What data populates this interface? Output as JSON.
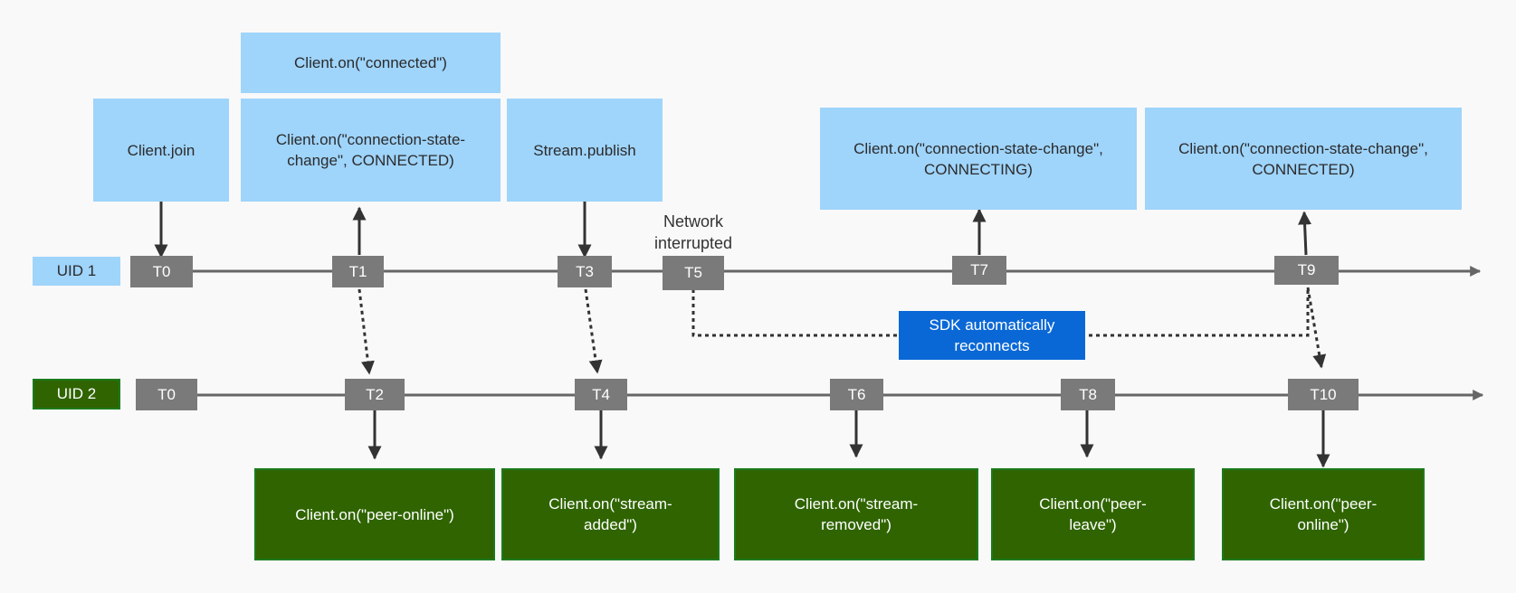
{
  "lanes": {
    "uid1": "UID 1",
    "uid2": "UID 2"
  },
  "uid1_ticks": [
    "T0",
    "T1",
    "T3",
    "T5",
    "T7",
    "T9"
  ],
  "uid2_ticks": [
    "T0",
    "T2",
    "T4",
    "T6",
    "T8",
    "T10"
  ],
  "uid1_events": {
    "connected": "Client.on(\"connected\")",
    "join": "Client.join",
    "connection_connected": "Client.on(\"connection-state-\nchange\", CONNECTED)",
    "publish": "Stream.publish",
    "connecting": "Client.on(\"connection-state-change\",\nCONNECTING)",
    "reconnected": "Client.on(\"connection-state-change\",\nCONNECTED)"
  },
  "uid2_events": {
    "peer_online": "Client.on(\"peer-online\")",
    "stream_added": "Client.on(\"stream-\nadded\")",
    "stream_removed": "Client.on(\"stream-\nremoved\")",
    "peer_leave": "Client.on(\"peer-\nleave\")",
    "peer_online_again": "Client.on(\"peer-\nonline\")"
  },
  "annotations": {
    "network": "Network\ninterrupted",
    "sdk": "SDK automatically\nreconnects"
  },
  "colors": {
    "light_blue": "#9fd4fb",
    "dark_green": "#2f6400",
    "tick_gray": "#7a7a7a",
    "sdk_blue": "#0a68d6",
    "line_gray": "#666666",
    "arrow_dark": "#333333"
  }
}
